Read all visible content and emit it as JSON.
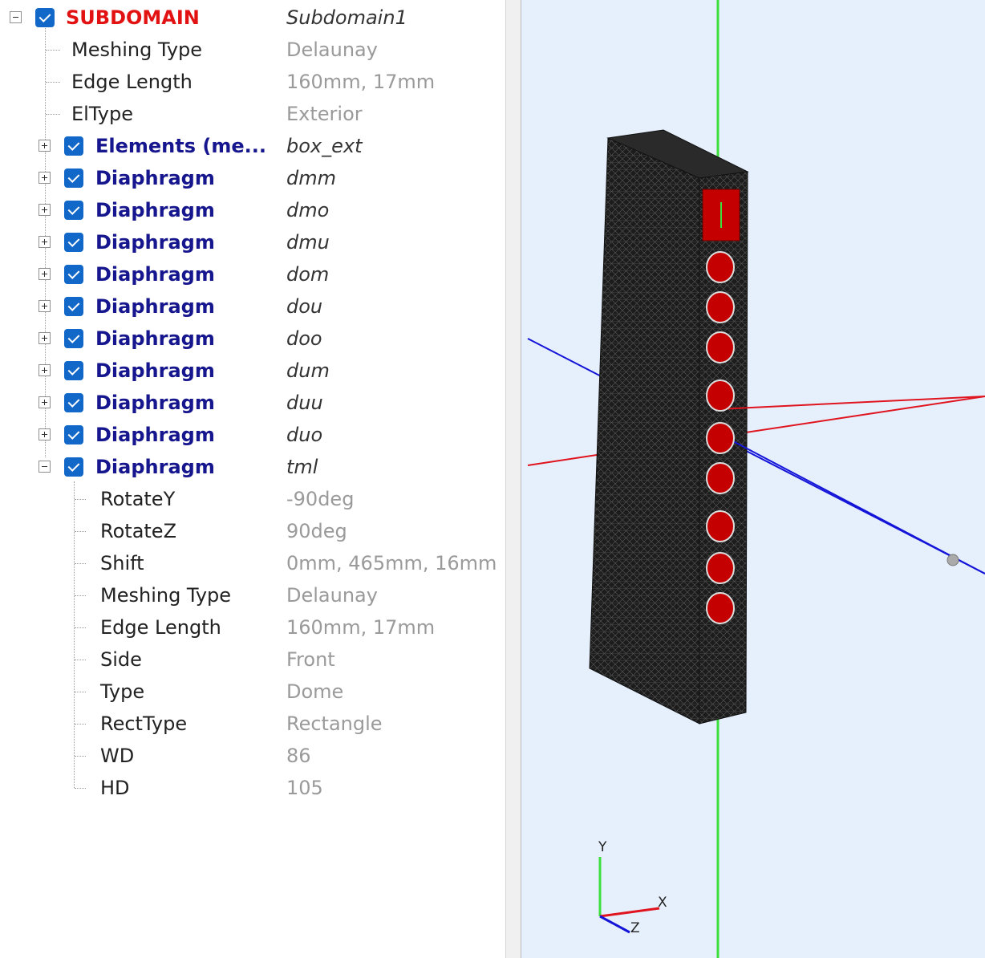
{
  "tree": {
    "root": {
      "name": "SUBDOMAIN",
      "value": "Subdomain1"
    },
    "root_props": [
      {
        "name": "Meshing Type",
        "value": "Delaunay"
      },
      {
        "name": "Edge Length",
        "value": "160mm, 17mm"
      },
      {
        "name": "ElType",
        "value": "Exterior"
      }
    ],
    "items": [
      {
        "name": "Elements (me...",
        "value": "box_ext"
      },
      {
        "name": "Diaphragm",
        "value": "dmm"
      },
      {
        "name": "Diaphragm",
        "value": "dmo"
      },
      {
        "name": "Diaphragm",
        "value": "dmu"
      },
      {
        "name": "Diaphragm",
        "value": "dom"
      },
      {
        "name": "Diaphragm",
        "value": "dou"
      },
      {
        "name": "Diaphragm",
        "value": "doo"
      },
      {
        "name": "Diaphragm",
        "value": "dum"
      },
      {
        "name": "Diaphragm",
        "value": "duu"
      },
      {
        "name": "Diaphragm",
        "value": "duo"
      },
      {
        "name": "Diaphragm",
        "value": "tml"
      }
    ],
    "expanded_props": [
      {
        "name": "RotateY",
        "value": "-90deg"
      },
      {
        "name": "RotateZ",
        "value": "90deg"
      },
      {
        "name": "Shift",
        "value": "0mm, 465mm, 16mm"
      },
      {
        "name": "Meshing Type",
        "value": "Delaunay"
      },
      {
        "name": "Edge Length",
        "value": "160mm, 17mm"
      },
      {
        "name": "Side",
        "value": "Front"
      },
      {
        "name": "Type",
        "value": "Dome"
      },
      {
        "name": "RectType",
        "value": "Rectangle"
      },
      {
        "name": "WD",
        "value": "86"
      },
      {
        "name": "HD",
        "value": "105"
      }
    ]
  },
  "viewport": {
    "axis_labels": {
      "y": "Y",
      "x": "X",
      "z": "Z"
    },
    "colors": {
      "background": "#e6f0fc",
      "x_axis": "#e0141e",
      "y_axis": "#3ce03c",
      "z_axis": "#1414d8",
      "mesh": "#1c1c1c",
      "driver": "#c40000"
    }
  }
}
